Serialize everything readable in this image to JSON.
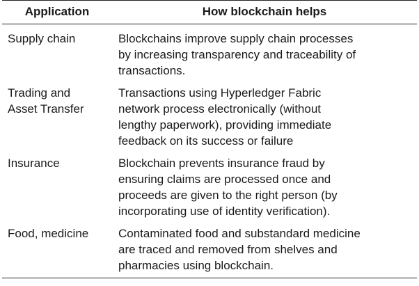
{
  "table": {
    "headers": {
      "application": "Application",
      "how": "How blockchain helps"
    },
    "rows": [
      {
        "application": [
          "Supply chain"
        ],
        "how": [
          "Blockchains improve supply chain processes",
          "by increasing transparency and traceability of",
          "transactions."
        ]
      },
      {
        "application": [
          "Trading and",
          "Asset Transfer"
        ],
        "how": [
          "Transactions using Hyperledger Fabric",
          "network process electronically (without",
          "lengthy paperwork), providing immediate",
          "feedback on its success or failure"
        ]
      },
      {
        "application": [
          "Insurance"
        ],
        "how": [
          "Blockchain prevents insurance fraud by",
          "ensuring claims are processed once and",
          "proceeds are given to the right person (by",
          "incorporating use of identity verification)."
        ]
      },
      {
        "application": [
          "Food, medicine"
        ],
        "how": [
          "Contaminated food and substandard medicine",
          "are traced and removed from shelves and",
          "pharmacies using blockchain."
        ]
      }
    ]
  }
}
